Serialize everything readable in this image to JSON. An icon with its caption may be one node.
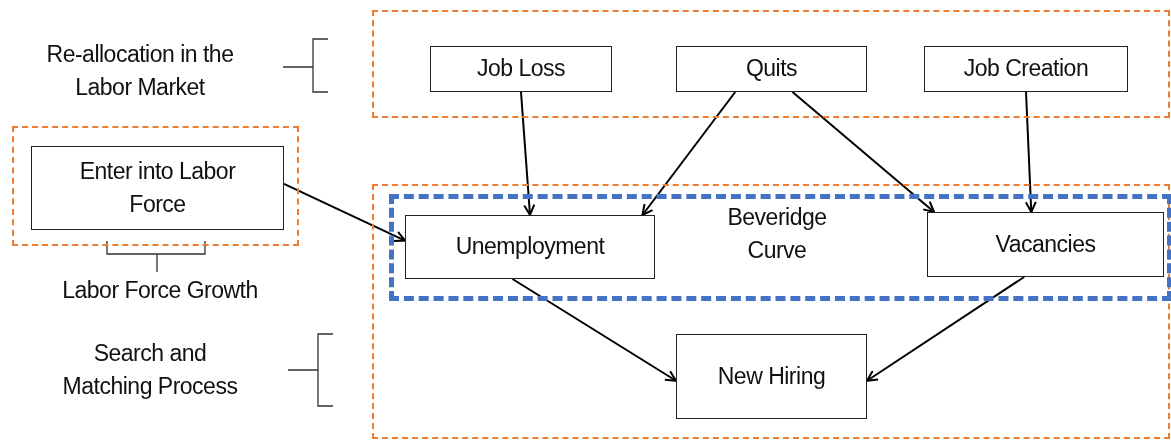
{
  "diagram": {
    "nodes": [
      {
        "text": [],
        "shape": "box"
      },
      {
        "text": [
          "Job Loss"
        ],
        "in": 0
      },
      {
        "text": [
          "Quits"
        ],
        "in": 0
      },
      {
        "text": [
          "Job Creation"
        ],
        "in": 0
      },
      {
        "text": [],
        "shape": "box"
      },
      {
        "text": [
          "Enter into Labor Force"
        ],
        "in": 4
      },
      {
        "text": [],
        "shape": "box"
      },
      {
        "text": [
          "Beveridge Curve"
        ],
        "in": 6
      },
      {
        "text": [
          "Unemployment"
        ],
        "in": 7
      },
      {
        "text": [
          "Vacancies"
        ],
        "in": 7
      },
      {
        "text": [
          "New Hiring"
        ],
        "in": 6
      }
    ],
    "edges": [
      {
        "from": 1,
        "to": 8,
        "arrow": "to"
      },
      {
        "from": 2,
        "to": 8,
        "arrow": "to"
      },
      {
        "from": 2,
        "to": 9,
        "arrow": "to"
      },
      {
        "from": 3,
        "to": 9,
        "arrow": "to"
      },
      {
        "from": 5,
        "to": 8,
        "arrow": "to"
      },
      {
        "from": 8,
        "to": 10,
        "arrow": "to"
      },
      {
        "from": 9,
        "to": 10,
        "arrow": "to"
      }
    ],
    "labels": [
      "Re-allocation in the Labor Market",
      "Labor Force Growth",
      "Search and Matching Process"
    ]
  }
}
